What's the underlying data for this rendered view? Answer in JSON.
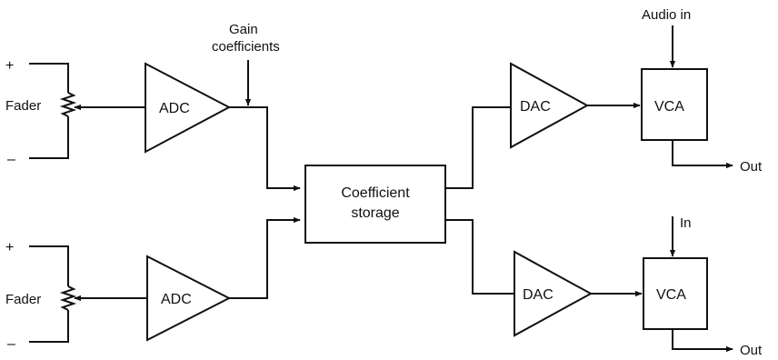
{
  "labels": {
    "gain_coefficients_line1": "Gain",
    "gain_coefficients_line2": "coefficients",
    "audio_in": "Audio in",
    "in": "In",
    "storage_line1": "Coefficient",
    "storage_line2": "storage",
    "out_top": "Out",
    "out_bottom": "Out"
  },
  "channels": [
    {
      "plus": "+",
      "minus": "–",
      "fader": "Fader",
      "adc": "ADC",
      "dac": "DAC",
      "vca": "VCA"
    },
    {
      "plus": "+",
      "minus": "–",
      "fader": "Fader",
      "adc": "ADC",
      "dac": "DAC",
      "vca": "VCA"
    }
  ]
}
